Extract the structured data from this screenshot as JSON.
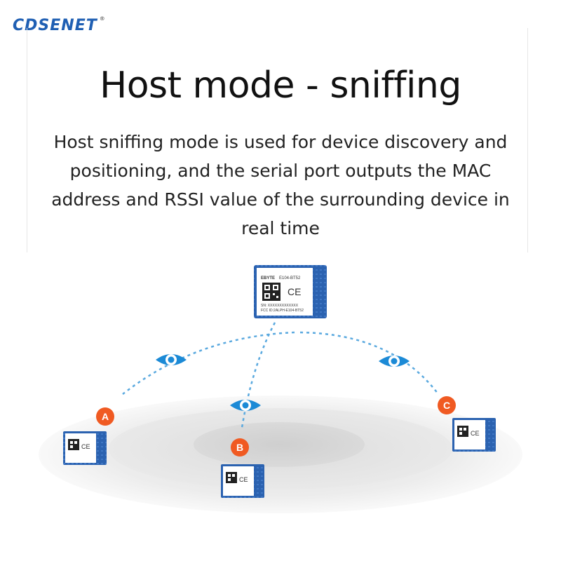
{
  "brand": {
    "name": "CDSENET",
    "registered": "®"
  },
  "title": "Host mode - sniffing",
  "description": "Host sniffing mode is used for device discovery and positioning, and the serial port outputs the MAC address and RSSI value of the surrounding device in real time",
  "host_module": {
    "logo": "EBYTE",
    "model": "E104-BT52",
    "sn": "SN: XXXXXXXXXXXXX",
    "fcc": "FCC ID:2ALPH-E104-BT52",
    "mark": "CE"
  },
  "devices": [
    {
      "badge": "A",
      "mark": "CE"
    },
    {
      "badge": "B",
      "mark": "CE"
    },
    {
      "badge": "C",
      "mark": "CE"
    }
  ],
  "colors": {
    "brand": "#1f5fb3",
    "eye": "#1c8ad6",
    "badge": "#f05a22",
    "antenna": "#2b62b0",
    "dash": "#5aa9df"
  },
  "icons": [
    "eye-icon",
    "qr-code-icon",
    "ce-mark-icon"
  ]
}
